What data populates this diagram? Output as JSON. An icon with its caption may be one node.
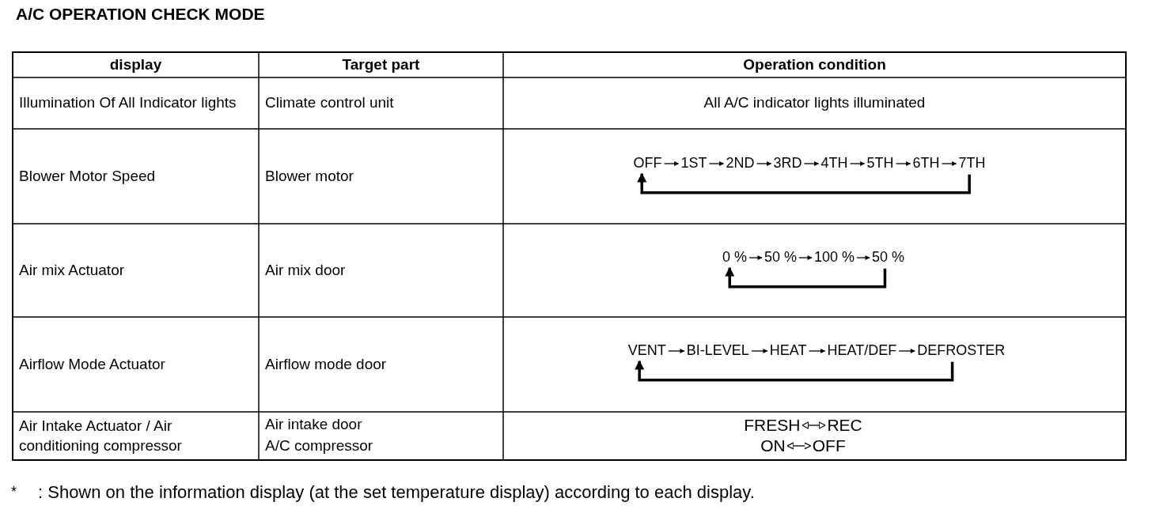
{
  "diagram": {
    "title": "A/C OPERATION CHECK MODE",
    "nodes": [
      {
        "text": [
          "OFF"
        ]
      },
      {
        "text": [
          "1ST"
        ]
      },
      {
        "text": [
          "2ND"
        ]
      },
      {
        "text": [
          "3RD"
        ]
      },
      {
        "text": [
          "4TH"
        ]
      },
      {
        "text": [
          "5TH"
        ]
      },
      {
        "text": [
          "6TH"
        ]
      },
      {
        "text": [
          "7TH"
        ]
      },
      {
        "text": [
          "0 %"
        ]
      },
      {
        "text": [
          "50 %"
        ]
      },
      {
        "text": [
          "100 %"
        ]
      },
      {
        "text": [
          "50 %"
        ]
      },
      {
        "text": [
          "VENT"
        ]
      },
      {
        "text": [
          "BI-LEVEL"
        ]
      },
      {
        "text": [
          "HEAT"
        ]
      },
      {
        "text": [
          "HEAT/DEF"
        ]
      },
      {
        "text": [
          "DEFROSTER"
        ]
      },
      {
        "text": [
          "FRESH"
        ]
      },
      {
        "text": [
          "REC"
        ]
      },
      {
        "text": [
          "ON"
        ]
      },
      {
        "text": [
          "OFF"
        ]
      }
    ],
    "edges": [
      {
        "from": 0,
        "to": 1,
        "arrow": "to"
      },
      {
        "from": 1,
        "to": 2,
        "arrow": "to"
      },
      {
        "from": 2,
        "to": 3,
        "arrow": "to"
      },
      {
        "from": 3,
        "to": 4,
        "arrow": "to"
      },
      {
        "from": 4,
        "to": 5,
        "arrow": "to"
      },
      {
        "from": 5,
        "to": 6,
        "arrow": "to"
      },
      {
        "from": 6,
        "to": 7,
        "arrow": "to"
      },
      {
        "from": 7,
        "to": 0,
        "arrow": "to",
        "style": "thick"
      },
      {
        "from": 8,
        "to": 9,
        "arrow": "to"
      },
      {
        "from": 9,
        "to": 10,
        "arrow": "to"
      },
      {
        "from": 10,
        "to": 11,
        "arrow": "to"
      },
      {
        "from": 11,
        "to": 8,
        "arrow": "to",
        "style": "thick"
      },
      {
        "from": 12,
        "to": 13,
        "arrow": "to"
      },
      {
        "from": 13,
        "to": 14,
        "arrow": "to"
      },
      {
        "from": 14,
        "to": 15,
        "arrow": "to"
      },
      {
        "from": 15,
        "to": 16,
        "arrow": "to"
      },
      {
        "from": 16,
        "to": 12,
        "arrow": "to",
        "style": "thick"
      },
      {
        "from": 17,
        "to": 18,
        "arrow": "both"
      },
      {
        "from": 19,
        "to": 20,
        "arrow": "both"
      }
    ],
    "labels": [
      "display",
      "Target part",
      "Operation condition",
      "Illumination Of All Indicator lights",
      "Climate control unit",
      "All A/C indicator lights illuminated",
      "Blower Motor Speed",
      "Blower motor",
      "Air mix Actuator",
      "Air mix door",
      "Airflow Mode Actuator",
      "Airflow mode door",
      "Air Intake Actuator / Air conditioning compressor",
      "Air intake door",
      "A/C compressor",
      "*",
      ": Shown on the information display (at the set temperature display) according to each display."
    ]
  }
}
